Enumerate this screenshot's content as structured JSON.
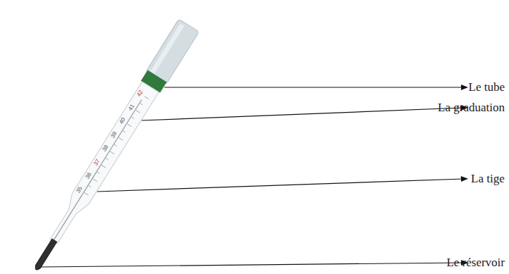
{
  "diagram": {
    "labels": [
      "Le tube",
      "La graduation",
      "La tige",
      "Le réservoir",
      "35",
      "36",
      "37",
      "38",
      "39",
      "40",
      "41",
      "42"
    ]
  }
}
